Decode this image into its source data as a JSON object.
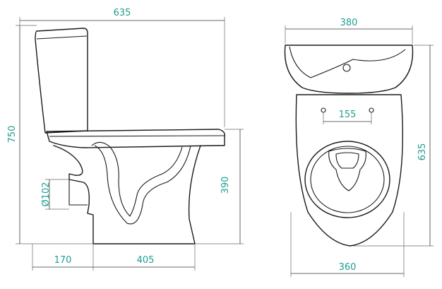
{
  "colors": {
    "dimension_text": "#1f9e8f",
    "outline": "#1a1a1a",
    "dimension_line": "#3a3a3a"
  },
  "side_view": {
    "width_total": "635",
    "height_total": "750",
    "seat_height": "390",
    "outlet_diameter": "Ø102",
    "outlet_offset": "170",
    "base_depth": "405"
  },
  "top_view": {
    "tank_width": "380",
    "bolt_spacing": "155",
    "length": "635",
    "bowl_width": "360"
  }
}
